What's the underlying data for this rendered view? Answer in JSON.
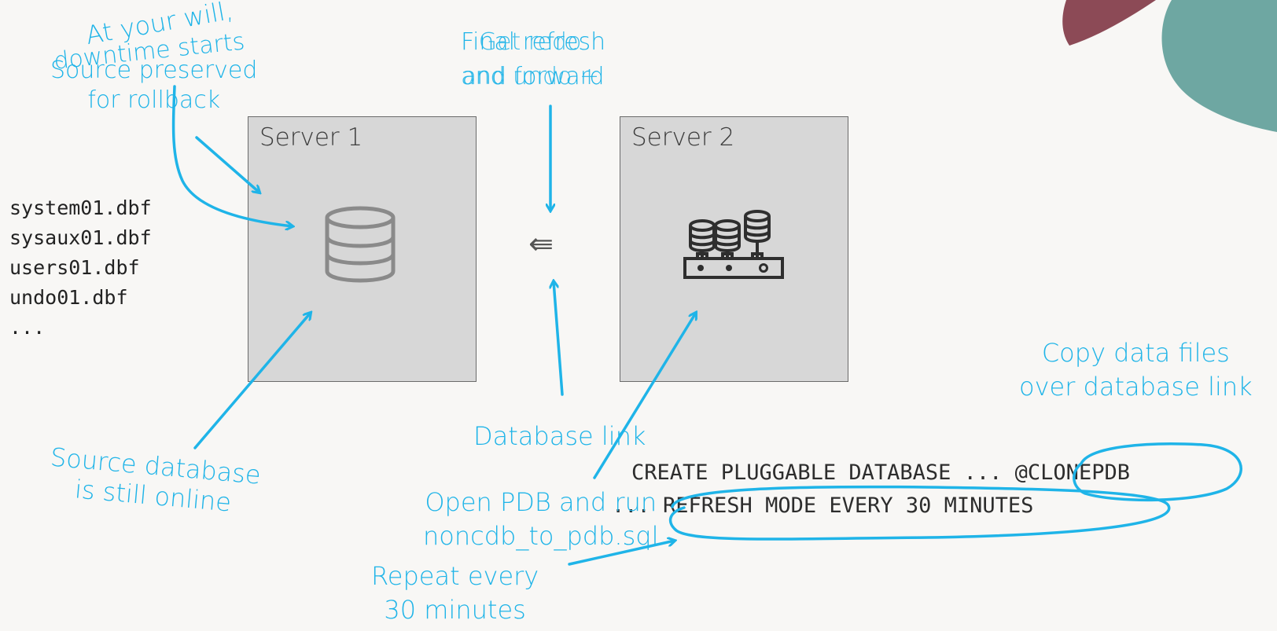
{
  "colors": {
    "annotation": "#1fb4e8",
    "server_fill": "#d7d7d7",
    "blob_red": "#8c4a56",
    "blob_teal": "#6ea7a2"
  },
  "servers": [
    {
      "label": "Server 1",
      "icon": "database-icon"
    },
    {
      "label": "Server 2",
      "icon": "database-cluster-icon"
    }
  ],
  "datafiles": [
    "system01.dbf",
    "sysaux01.dbf",
    "users01.dbf",
    "undo01.dbf",
    "..."
  ],
  "transfer_arrow": "⇚",
  "annotations": {
    "at_will_line1": "At your will,",
    "at_will_line2": "downtime starts",
    "source_preserved_line1": "Source preserved",
    "source_preserved_line2": "for rollback",
    "final_refresh_line1": "Final refresh",
    "final_refresh_line2": "and forward",
    "get_redo_line1": "Get redo",
    "get_redo_line2": "and undo +",
    "source_online_line1": "Source database",
    "source_online_line2": "is still online",
    "database_link": "Database link",
    "copy_files_line1": "Copy data files",
    "copy_files_line2": "over database link",
    "open_pdb_line1": "Open PDB and run",
    "open_pdb_line2": "noncdb_to_pdb.sql",
    "repeat_line1": "Repeat every",
    "repeat_line2": "30 minutes"
  },
  "code": {
    "line1": "CREATE PLUGGABLE DATABASE ... @CLONEPDB",
    "line2": "... REFRESH MODE EVERY 30 MINUTES"
  }
}
